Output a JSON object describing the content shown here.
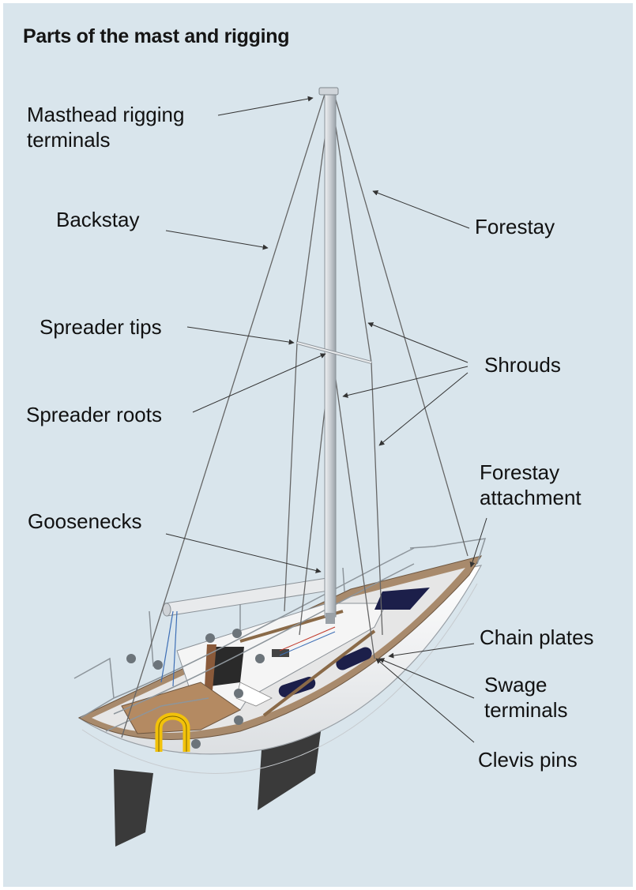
{
  "title": "Parts of the mast and rigging",
  "labels": {
    "masthead": "Masthead rigging\nterminals",
    "backstay": "Backstay",
    "forestay": "Forestay",
    "spreader_tips": "Spreader tips",
    "shrouds": "Shrouds",
    "spreader_roots": "Spreader roots",
    "forestay_attachment": "Forestay\nattachment",
    "goosenecks": "Goosenecks",
    "chain_plates": "Chain plates",
    "swage_terminals": "Swage\nterminals",
    "clevis_pins": "Clevis pins"
  },
  "colors": {
    "background": "#d9e5ec",
    "hull": "#f4f5f6",
    "deck": "#a88a6c",
    "mast": "#c8cdd2",
    "keel": "#3a3a3a",
    "portlight": "#1c1f4a",
    "horseshoe": "#f2c20a"
  }
}
